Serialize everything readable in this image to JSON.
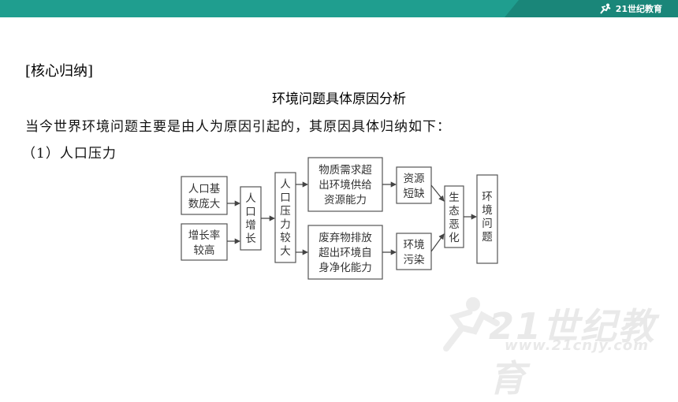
{
  "header": {
    "logo_text": "21世纪教育",
    "brand_color": "#1f9e8f"
  },
  "section_label": "[核心归纳]",
  "heading": "环境问题具体原因分析",
  "intro": "当今世界环境问题主要是由人为原因引起的，其原因具体归纳如下：",
  "subheading": "（1）人口压力",
  "diagram": {
    "boxes": {
      "base": [
        "人口基",
        "数庞大"
      ],
      "growth_rate": [
        "增长率",
        "较高"
      ],
      "pop_growth": [
        "人",
        "口",
        "增",
        "长"
      ],
      "pressure": [
        "人",
        "口",
        "压",
        "力",
        "较",
        "大"
      ],
      "demand": [
        "物质需求超",
        "出环境供给",
        "资源能力"
      ],
      "waste": [
        "废弃物排放",
        "超出环境自",
        "身净化能力"
      ],
      "shortage": [
        "资源",
        "短缺"
      ],
      "pollution": [
        "环境",
        "污染"
      ],
      "deterioration": [
        "生",
        "态",
        "恶",
        "化"
      ],
      "problem": [
        "环",
        "境",
        "问",
        "题"
      ]
    }
  },
  "watermark": {
    "text": "21世纪教育",
    "url": "www.21cnjy.com"
  }
}
